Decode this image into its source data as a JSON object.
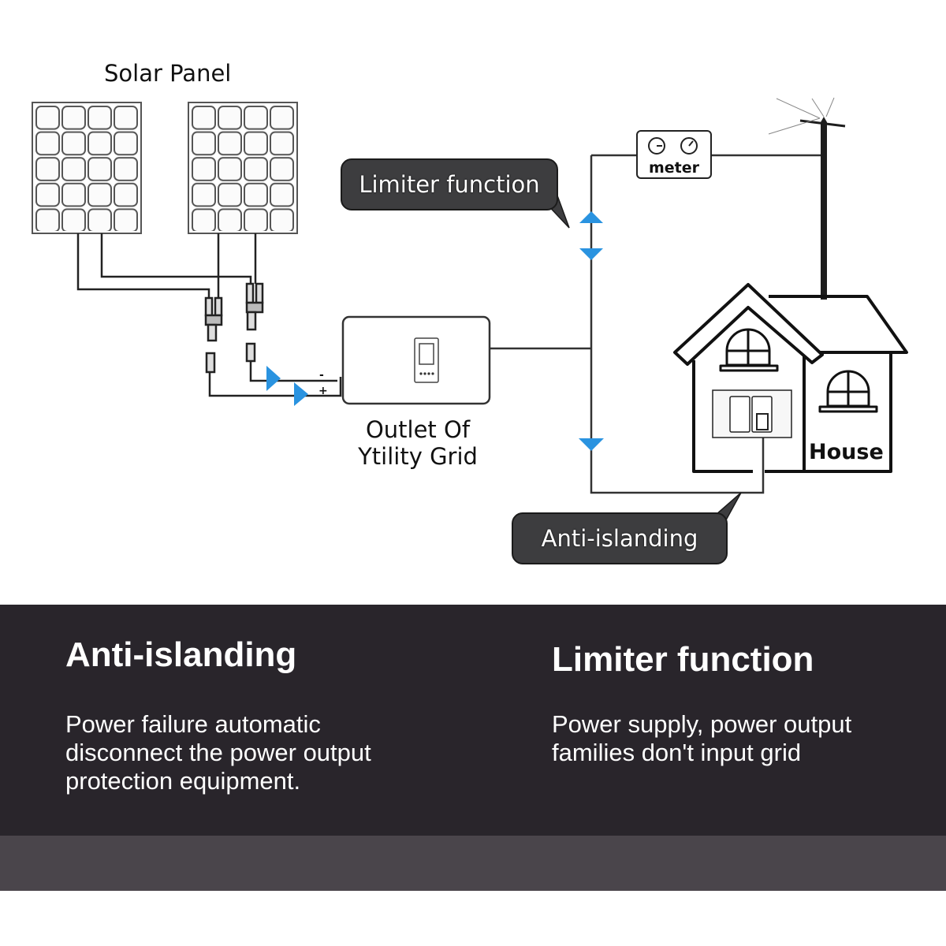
{
  "diagram": {
    "solar_panel_label": "Solar Panel",
    "inverter_label_line1": "Outlet Of",
    "inverter_label_line2": "Ytility Grid",
    "meter_label": "meter",
    "house_label": "House",
    "callouts": {
      "limiter": "Limiter function",
      "anti_islanding": "Anti-islanding"
    },
    "polarity": {
      "negative": "-",
      "positive": "+"
    },
    "colors": {
      "arrow": "#2a93e0",
      "callout_bg": "#3d3d3f",
      "band_dark": "#29252b",
      "band_lower": "#4a454b"
    }
  },
  "features": [
    {
      "title": "Anti-islanding",
      "description": "Power failure automatic\ndisconnect the power output\nprotection equipment."
    },
    {
      "title": "Limiter function",
      "description": "Power supply, power output\nfamilies don't input grid"
    }
  ]
}
